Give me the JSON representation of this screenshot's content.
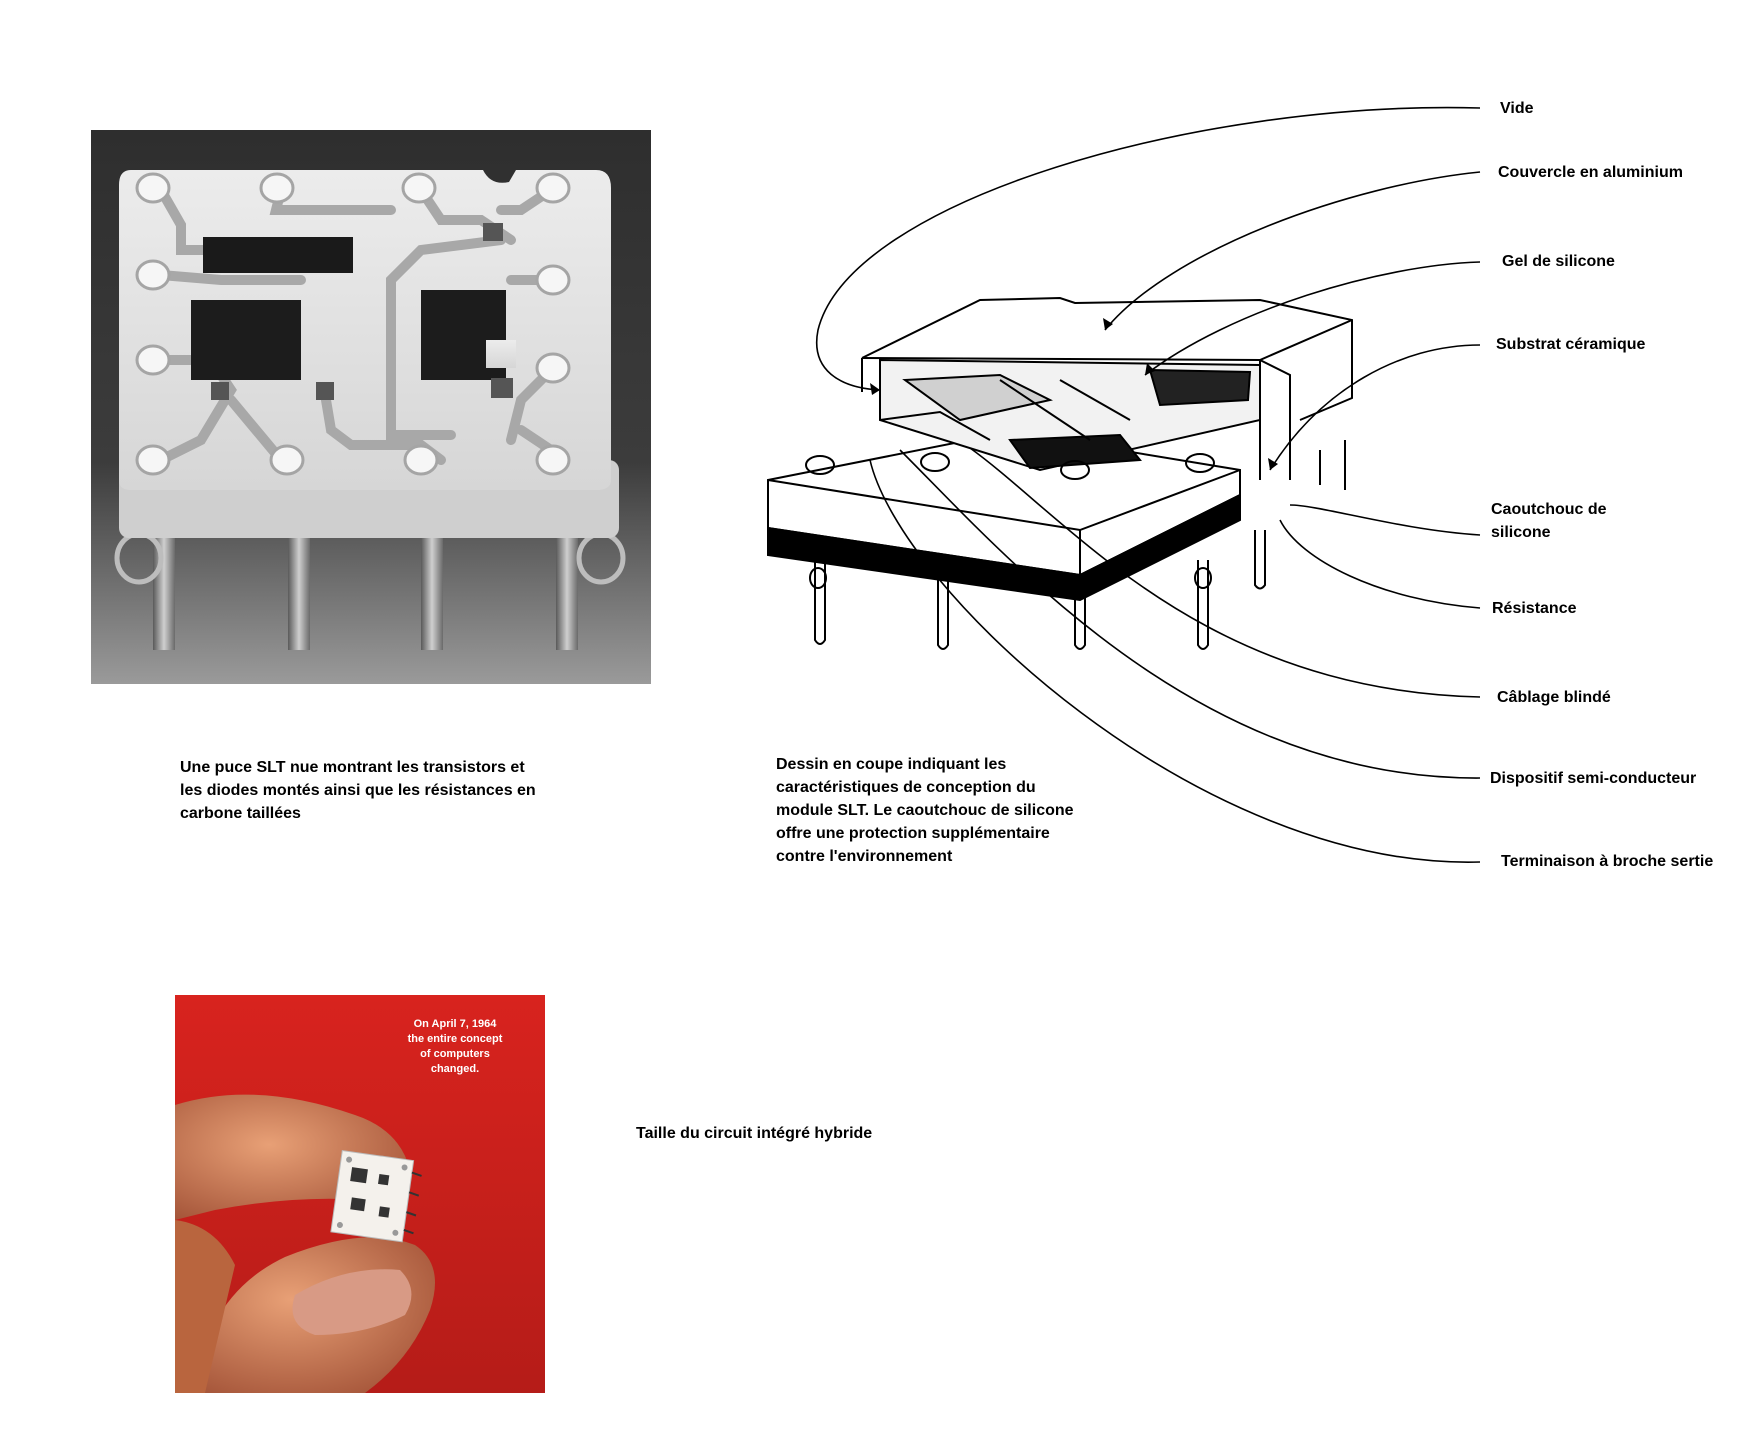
{
  "captions": {
    "photo": "Une puce SLT nue montrant les transistors et\nles diodes montés ainsi que les résistances en\ncarbone taillées",
    "drawing": "Dessin en coupe indiquant les\ncaractéristiques de conception du\nmodule SLT. Le caoutchouc de silicone\noffre une protection supplémentaire\ncontre l'environnement",
    "ad": "Taille du circuit intégré hybride"
  },
  "callouts": [
    {
      "id": "vide",
      "label": "Vide"
    },
    {
      "id": "couvercle",
      "label": "Couvercle en aluminium"
    },
    {
      "id": "gel",
      "label": "Gel de silicone"
    },
    {
      "id": "substrat",
      "label": "Substrat céramique"
    },
    {
      "id": "caoutchouc",
      "label": "Caoutchouc de\nsilicone"
    },
    {
      "id": "resistance",
      "label": "Résistance"
    },
    {
      "id": "cablage",
      "label": "Câblage blindé"
    },
    {
      "id": "semi",
      "label": "Dispositif semi-conducteur"
    },
    {
      "id": "terminaison",
      "label": "Terminaison à broche sertie"
    }
  ],
  "ad": {
    "text": "On April 7, 1964\nthe entire concept\nof computers\nchanged.",
    "background_color": "#d8231e"
  },
  "colors": {
    "photo_background": "#3a3a3a",
    "substrate": "#e8e8e8",
    "ink": "#000000"
  }
}
